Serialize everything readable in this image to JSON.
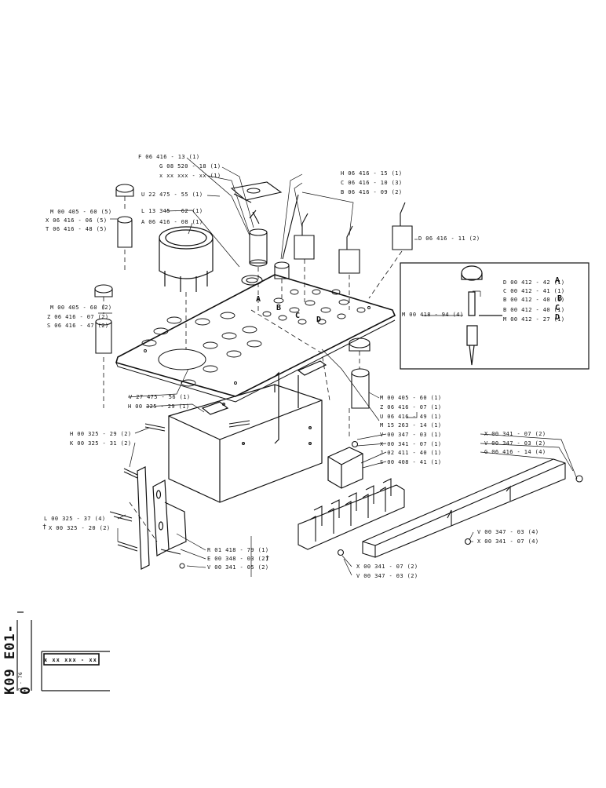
{
  "labels": {
    "F": "F 06 416 - 13 (1)",
    "G": "G 08 520 - 18 (1)",
    "XX": "x xx xxx - xx (1)",
    "U22": "U 22 475 - 55 (1)",
    "M405a": "M 00 405 - 60 (5)",
    "X416": "X 06 416 - 06 (5)",
    "T416": "T 06 416 - 48 (5)",
    "L13": "L 13 345 - 62 (1)",
    "A416": "A 06 416 - 08 (1)",
    "H416": "H 06 416 - 15 (1)",
    "C416": "C 06 416 - 10 (3)",
    "B416": "B 06 416 - 09 (2)",
    "D416": "D 06 416 - 11 (2)",
    "D412": "D 00 412 - 42 (1)",
    "C412": "C 00 412 - 41 (1)",
    "B412a": "B 00 412 - 40 (1)",
    "B412b": "B 00 412 - 40 (1)",
    "M412": "M 00 412 - 27 (1)",
    "M418": "M 00 418 - 94 (4)",
    "M405b": "M 00 405 - 60 (2)",
    "Z416a": "Z 06 416 - 07 (2)",
    "S416": "S 06 416 - 47 (2)",
    "V27": "V 27 475 - 56 (1)",
    "H325a": "H 00 325 - 29 (1)",
    "M405c": "M 00 405 - 60 (1)",
    "Z416b": "Z 06 416 - 07 (1)",
    "U416": "U 06 416 - 49 (1)",
    "M15": "M 15 263 - 14 (1)",
    "H325b": "H 00 325 - 29 (2)",
    "K325": "K 00 325 - 31 (2)",
    "V347a": "V 00 347 - 03 (1)",
    "X341a": "X 00 341 - 07 (1)",
    "J411": "J 02 411 - 40 (1)",
    "S408": "S 00 408 - 41 (1)",
    "X341b": "X 00 341 - 07 (2)",
    "V347b": "V 00 347 - 03 (2)",
    "G416": "G 06 416 - 14 (4)",
    "L325": "L 00 325 - 37 (4)",
    "X325": "X 00 325 - 20 (2)",
    "V347c": "V 00 347 - 03 (4)",
    "X341c": "X 00 341 - 07 (4)",
    "R418": "R 01 418 - 79 (1)",
    "E348": "E 00 348 - 03 (2)",
    "V341": "V 00 341 - 05 (2)",
    "X341d": "X 00 341 - 07 (2)",
    "V347d": "V 00 347 - 03 (2)"
  },
  "letters": {
    "A": "A",
    "B": "B",
    "C": "C",
    "D": "D"
  },
  "dagger": "†",
  "footer": {
    "code": "K09  E01-0",
    "date": "7 - 76",
    "part_box": "x xx xxx - xx"
  }
}
